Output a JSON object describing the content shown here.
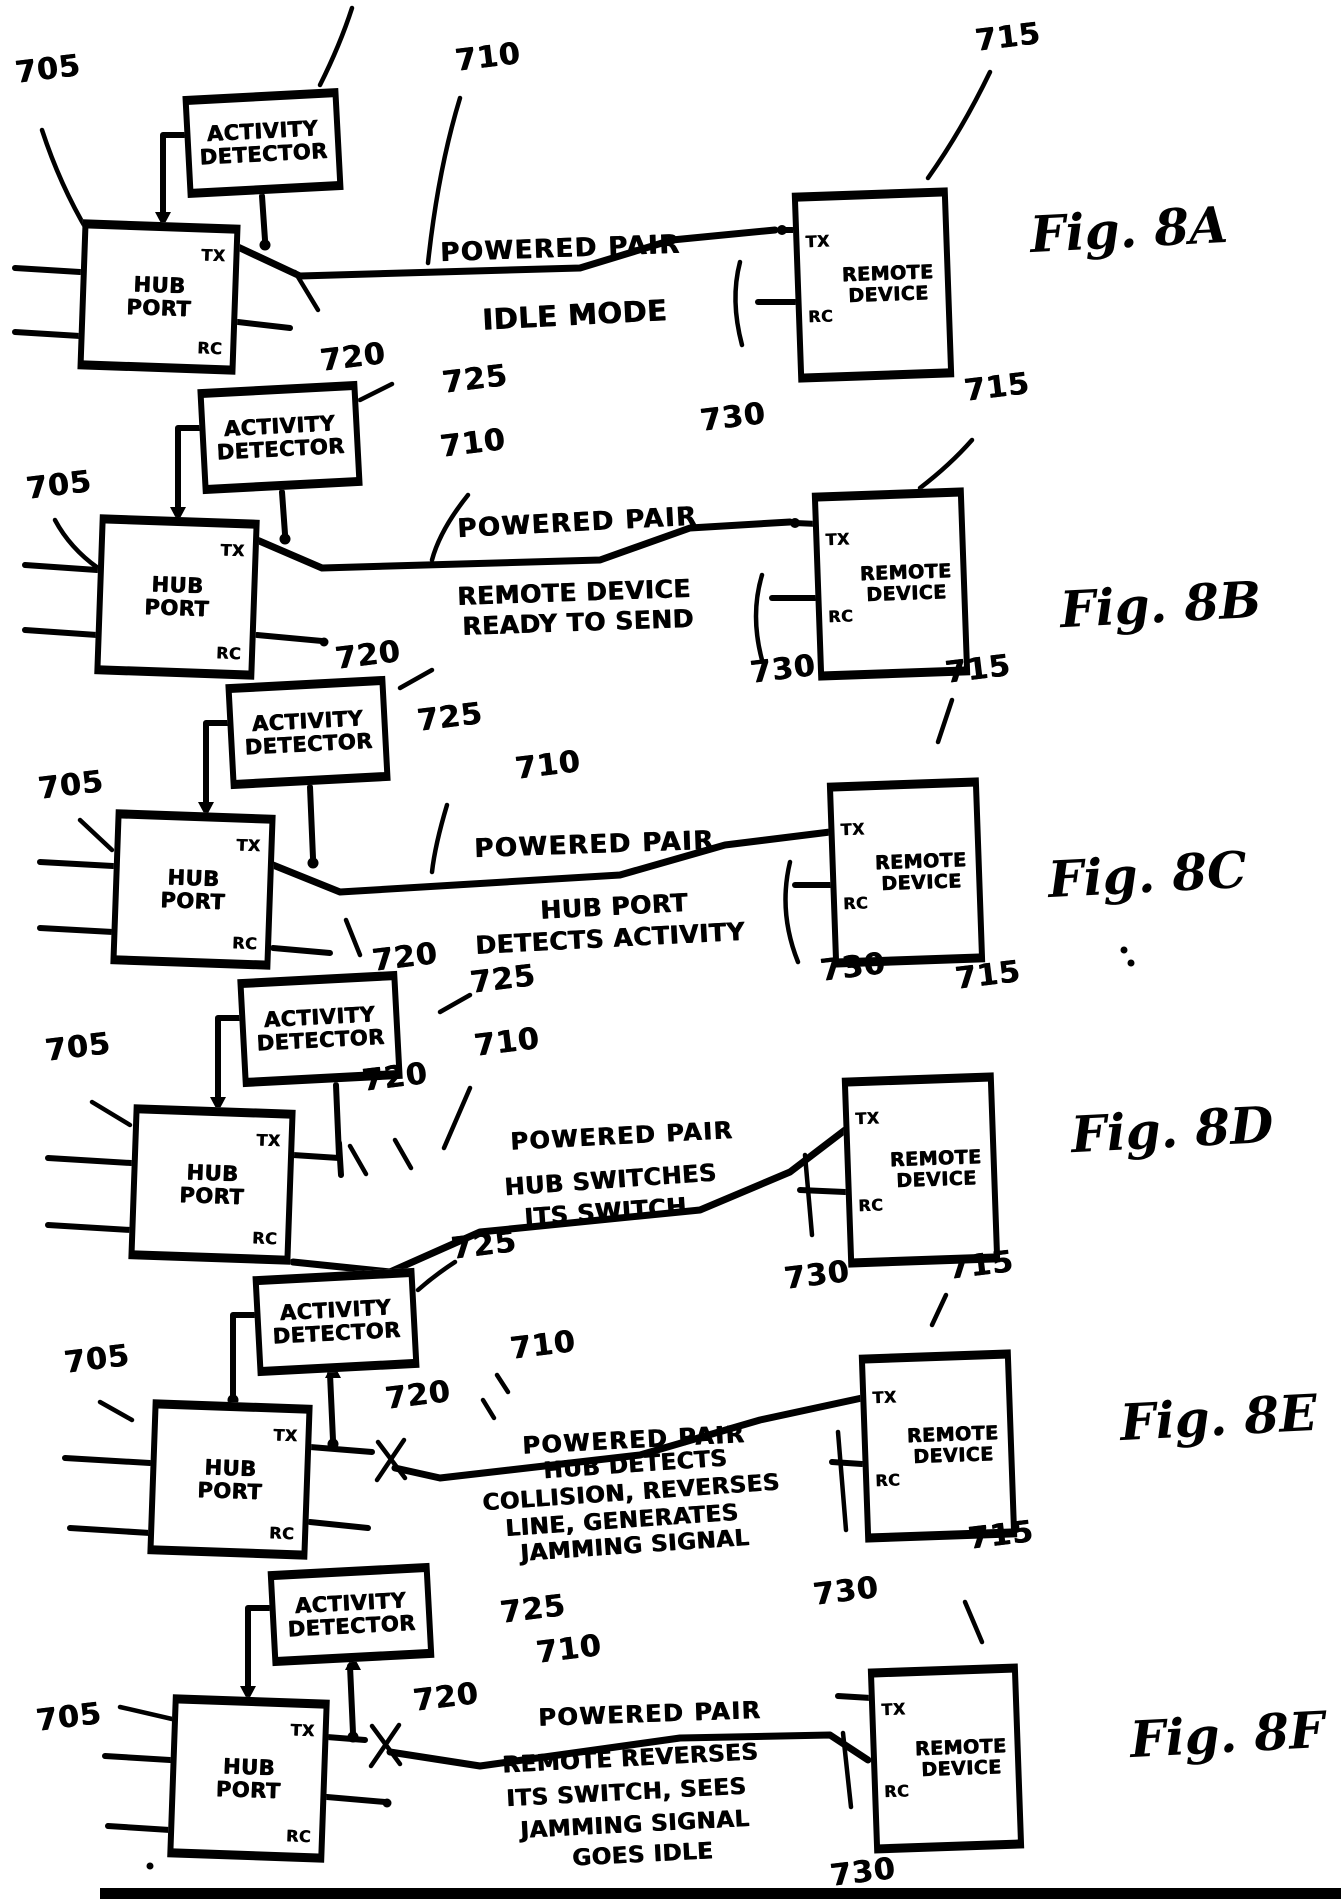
{
  "shared": {
    "detector_line1": "ACTIVITY",
    "detector_line2": "DETECTOR",
    "hub_line1": "HUB",
    "hub_line2": "PORT",
    "remote_line1": "REMOTE",
    "remote_line2": "DEVICE",
    "tx": "TX",
    "rc": "RC",
    "pair_label": "POWERED PAIR",
    "ink_color": "#000000",
    "paper_color": "#ffffff"
  },
  "figures": [
    {
      "caption": "Fig. 8A",
      "mode_lines": [
        "IDLE MODE"
      ],
      "refs": [
        "705",
        "710",
        "715",
        "720",
        "725"
      ]
    },
    {
      "caption": "Fig. 8B",
      "mode_lines": [
        "REMOTE DEVICE",
        "READY TO SEND"
      ],
      "refs": [
        "705",
        "710",
        "715",
        "730",
        "730",
        "715"
      ]
    },
    {
      "caption": "Fig. 8C",
      "mode_lines": [
        "HUB PORT",
        "DETECTS ACTIVITY"
      ],
      "refs": [
        "720",
        "725",
        "705",
        "710",
        "720",
        "730",
        "715"
      ]
    },
    {
      "caption": "Fig. 8D",
      "mode_lines": [
        "HUB SWITCHES",
        "ITS SWITCH"
      ],
      "refs": [
        "725",
        "705",
        "710",
        "720",
        "725",
        "730",
        "715"
      ]
    },
    {
      "caption": "Fig. 8E",
      "mode_lines": [
        "HUB DETECTS",
        "COLLISION, REVERSES",
        "LINE, GENERATES",
        "JAMMING SIGNAL"
      ],
      "refs": [
        "705",
        "710",
        "720",
        "715",
        "730"
      ]
    },
    {
      "caption": "Fig. 8F",
      "mode_lines": [
        "REMOTE REVERSES",
        "ITS SWITCH, SEES",
        "JAMMING SIGNAL",
        "GOES IDLE"
      ],
      "refs": [
        "725",
        "710",
        "720",
        "705",
        "730"
      ]
    }
  ]
}
